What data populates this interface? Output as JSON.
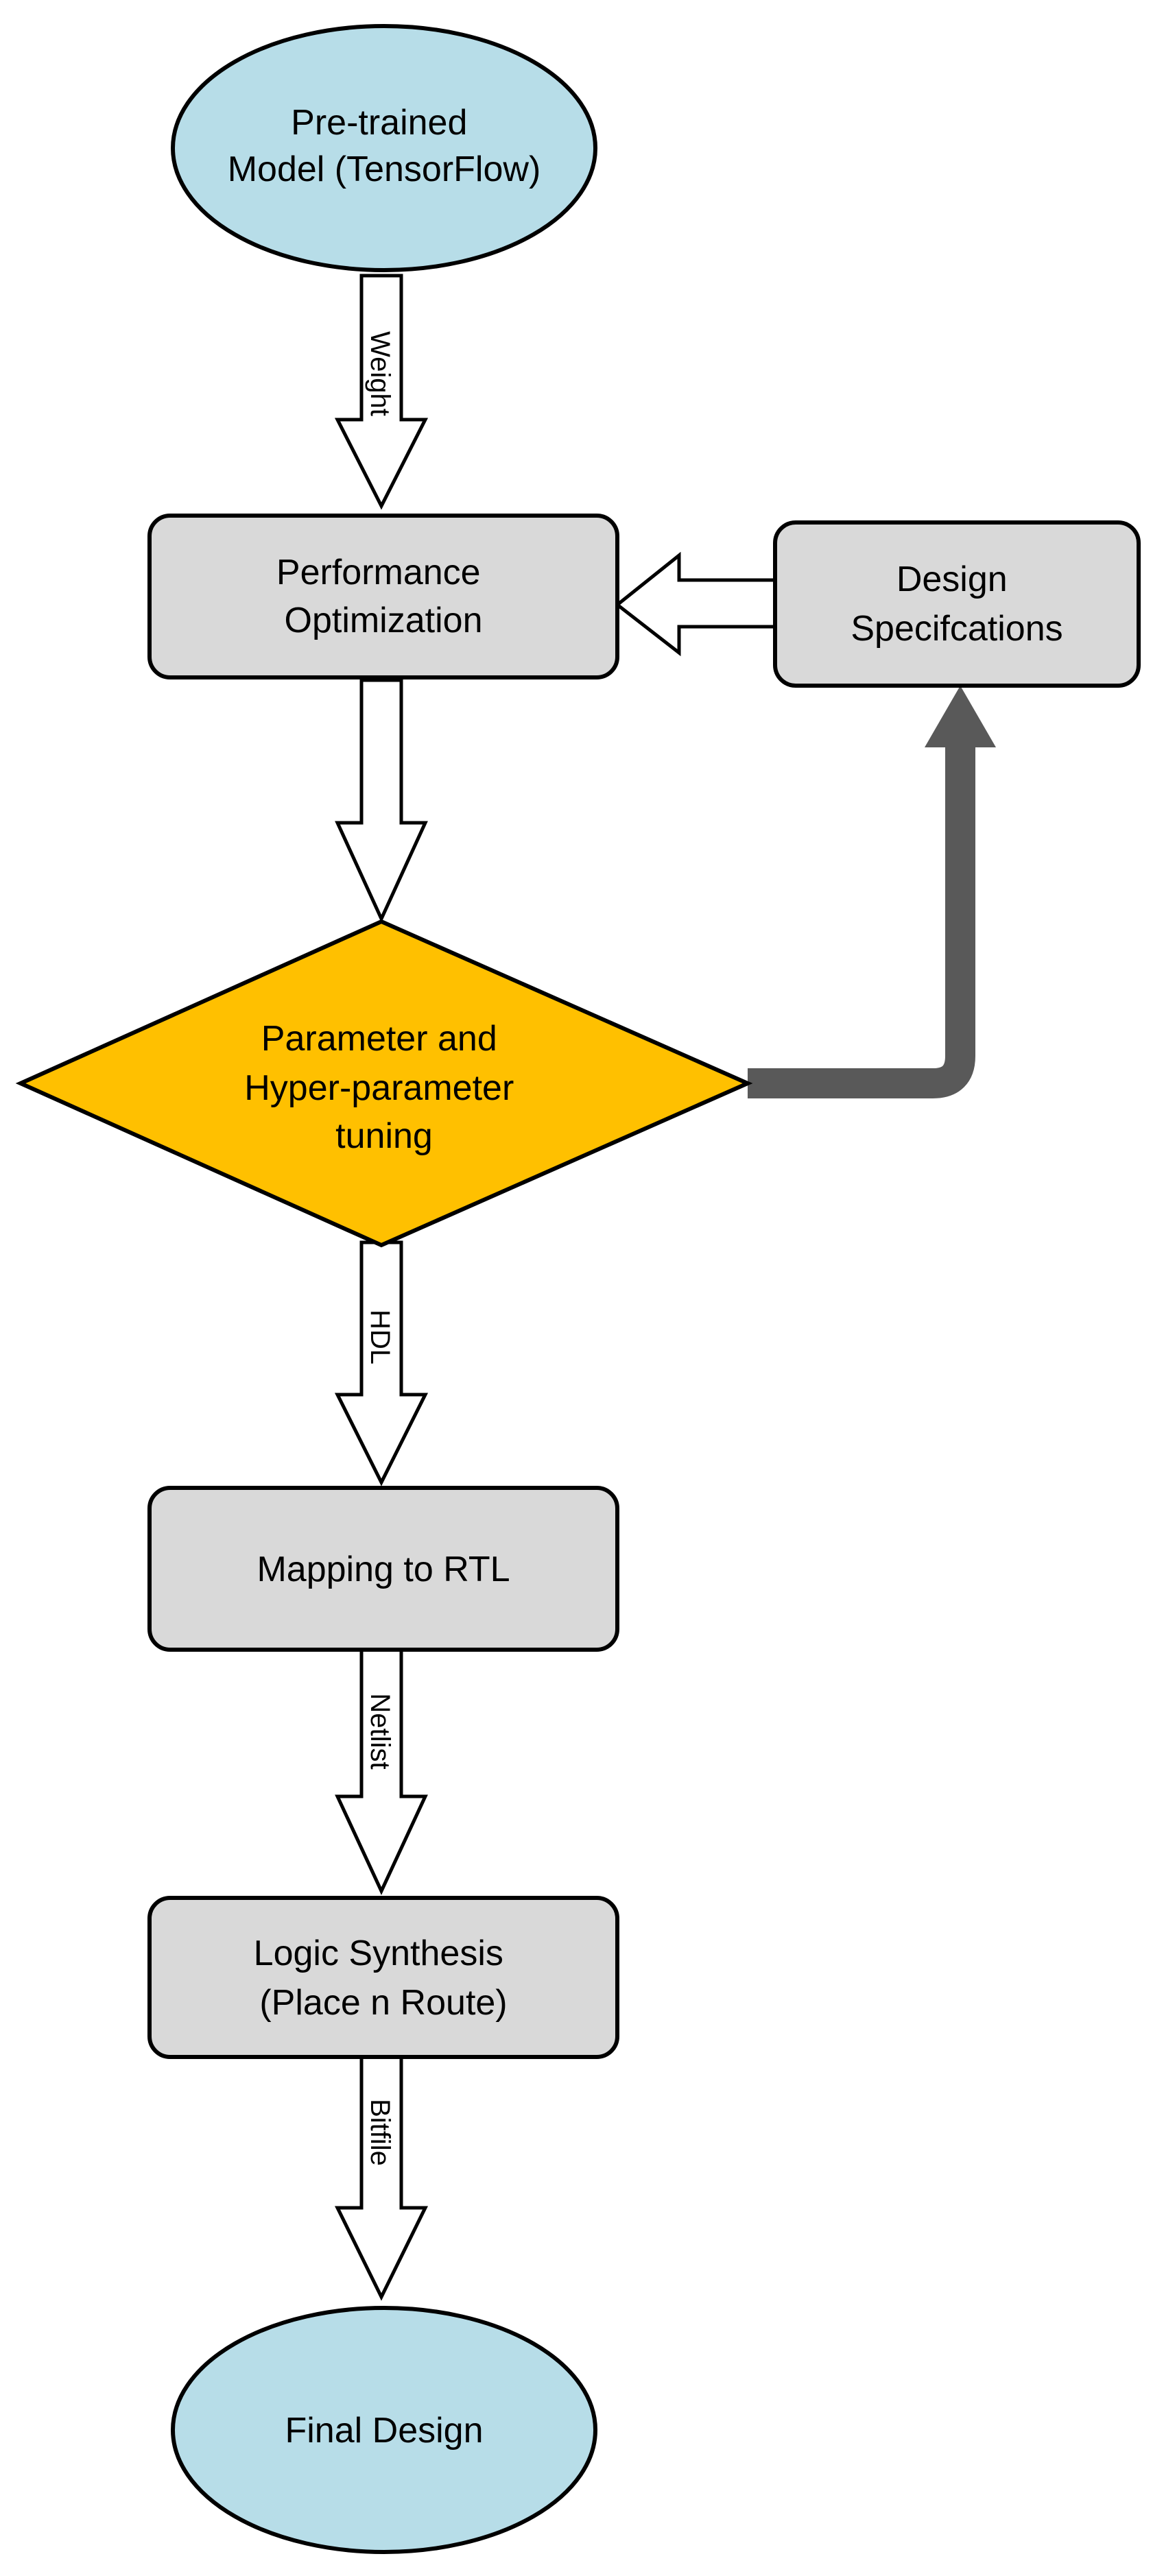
{
  "colors": {
    "terminal_fill": "#b7dde8",
    "process_fill": "#d9d9d9",
    "decision_fill": "#ffc000",
    "feedback_arrow": "#595959",
    "outline": "#000000"
  },
  "nodes": {
    "pretrained_model": {
      "lines": [
        "Pre-trained",
        "Model (TensorFlow)"
      ]
    },
    "performance_optimization": {
      "lines": [
        "Performance",
        "Optimization"
      ]
    },
    "design_specifications": {
      "lines": [
        "Design",
        "Specifcations"
      ]
    },
    "parameter_tuning": {
      "lines": [
        "Parameter and",
        "Hyper-parameter",
        "tuning"
      ]
    },
    "mapping_rtl": {
      "lines": [
        "Mapping to RTL"
      ]
    },
    "logic_synthesis": {
      "lines": [
        "Logic Synthesis",
        "(Place n Route)"
      ]
    },
    "final_design": {
      "lines": [
        "Final Design"
      ]
    }
  },
  "arrows": {
    "weight": "Weight",
    "hdl": "HDL",
    "netlist": "Netlist",
    "bitfile": "Bitfile"
  }
}
